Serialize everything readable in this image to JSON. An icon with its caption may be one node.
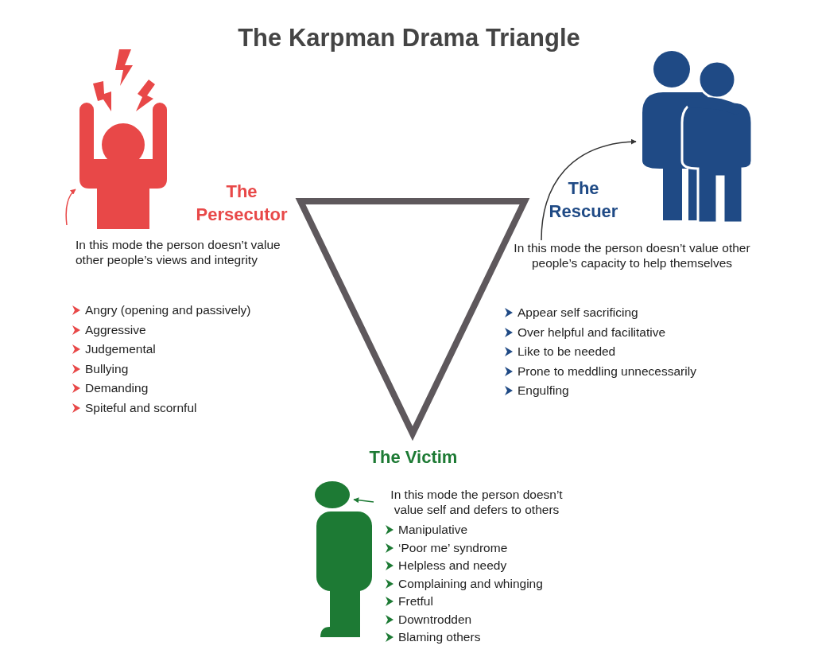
{
  "diagram": {
    "title": "The Karpman Drama Triangle",
    "nodes": [
      {
        "text": [],
        "shape": "person"
      },
      {
        "text": [],
        "shape": "person"
      },
      {
        "text": [
          "In this mode the person doesn’t value other people’s capacity to help themselves"
        ]
      },
      {
        "text": [],
        "shape": "person"
      },
      {
        "text": [
          "In this mode the person doesn’t value self and defers to others"
        ]
      }
    ],
    "edges": [
      {
        "from": null,
        "to": 0,
        "arrow": "to",
        "color": "#e84848"
      },
      {
        "from": 2,
        "to": 1,
        "arrow": "to",
        "color": "#333333"
      },
      {
        "from": 4,
        "to": 3,
        "arrow": "to",
        "color": "#1d7a34"
      }
    ],
    "labels": [
      "The Persecutor",
      "In this mode the person doesn’t value other people’s views and integrity",
      "Angry (opening and passively)",
      "Aggressive",
      "Judgemental",
      "Bullying",
      "Demanding",
      "Spiteful and scornful",
      "The Rescuer",
      "Appear self sacrificing",
      "Over helpful and facilitative",
      "Like to be needed",
      "Prone to meddling unnecessarily",
      "Engulfing",
      "The Victim",
      "Manipulative",
      "‘Poor me’ syndrome",
      "Helpless and needy",
      "Complaining and whinging",
      "Fretful",
      "Downtrodden",
      "Blaming others"
    ]
  }
}
